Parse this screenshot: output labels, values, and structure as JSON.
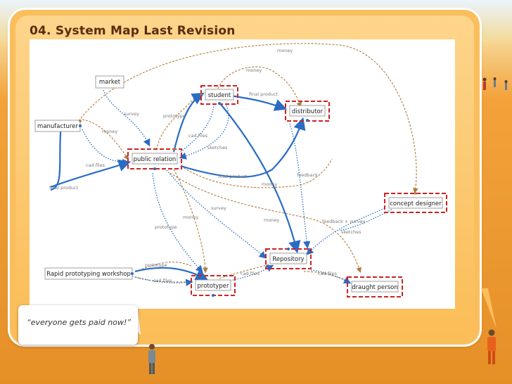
{
  "slide": {
    "title": "04. System Map Last Revision",
    "quote": "“everyone gets paid now!”"
  },
  "nodes": {
    "market": "market",
    "manufacturer": "manufacturer",
    "student": "student",
    "distributor": "distributor",
    "public_relation": "public relation",
    "concept_designer": "concept designer",
    "repository": "Repository",
    "rapid_prototyping": "Rapid prototyping workshop",
    "prototyper": "prototyper",
    "draught_person": "draught person"
  },
  "edge_labels": {
    "money_top": "money",
    "money_student": "money",
    "final_product_student": "final product",
    "survey_market": "survey",
    "prototype_pr": "prototype",
    "money_manufacturer": "money",
    "cad_files_pr": "cad files",
    "sketches_pr": "sketches",
    "cad_files_manufacturer": "cad files",
    "final_product_manufacturer": "final product",
    "final_product_distributor": "final product",
    "feedback": "feedback",
    "money_distributor": "money",
    "survey_pr": "survey",
    "money_pr": "money",
    "money_repository": "money",
    "feedback_survey": "feedback + survey",
    "sketches_concept": "sketches",
    "prototype_left": "prototype",
    "prototype_workshop": "prototype",
    "cad_files_workshop": "cad files",
    "cad_files_repo": "cad files",
    "cad_files_draught": "cad files"
  },
  "colors": {
    "frame": "#fbbe5d",
    "node_border": "#cc2222",
    "blue_arrow": "#2a6cc4",
    "brown_dashed": "#b07a3a",
    "title": "#5b2c0d"
  }
}
